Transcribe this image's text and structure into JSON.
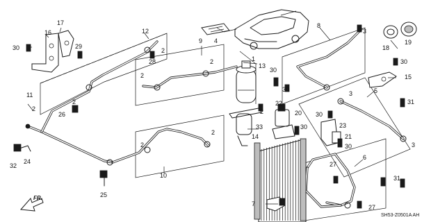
{
  "diagram_code": "SH53-Z0501A AH",
  "direction_label": "FR.",
  "callouts": [
    "1",
    "2",
    "3",
    "4",
    "5",
    "6",
    "7",
    "8",
    "9",
    "10",
    "11",
    "12",
    "13",
    "14",
    "15",
    "16",
    "17",
    "18",
    "19",
    "20",
    "21",
    "22",
    "23",
    "24",
    "25",
    "26",
    "27",
    "28",
    "29",
    "30",
    "31",
    "32",
    "33"
  ],
  "colors": {
    "line": "#1a1a1a",
    "background": "#ffffff",
    "shaded": "#bdbdbd"
  }
}
